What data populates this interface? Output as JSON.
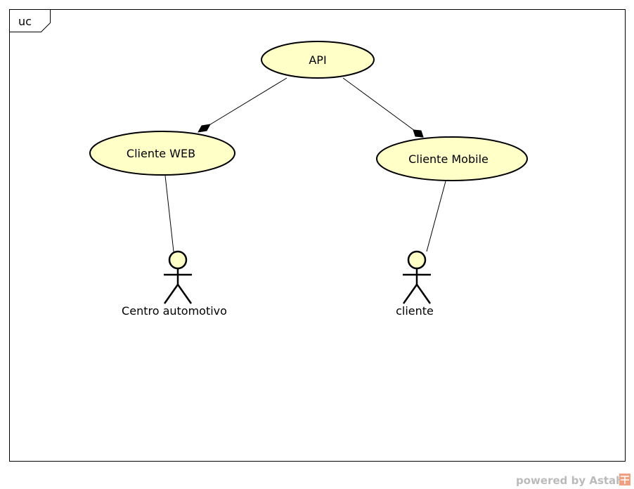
{
  "frame": {
    "label": "uc"
  },
  "use_cases": {
    "api": "API",
    "cliente_web": "Cliente WEB",
    "cliente_mobile": "Cliente Mobile"
  },
  "actors": {
    "centro": "Centro automotivo",
    "cliente": "cliente"
  },
  "relations": [
    {
      "from": "API",
      "to": "Cliente WEB",
      "type": "composition"
    },
    {
      "from": "API",
      "to": "Cliente Mobile",
      "type": "composition"
    },
    {
      "from": "Cliente WEB",
      "to": "Centro automotivo",
      "type": "association"
    },
    {
      "from": "Cliente Mobile",
      "to": "cliente",
      "type": "association"
    }
  ],
  "watermark": {
    "text": "powered by Astah",
    "color": "#bbbbbb",
    "logo_color": "#f0a080"
  },
  "colors": {
    "use_case_fill": "#ffffc8",
    "line": "#000000",
    "background": "#ffffff"
  }
}
